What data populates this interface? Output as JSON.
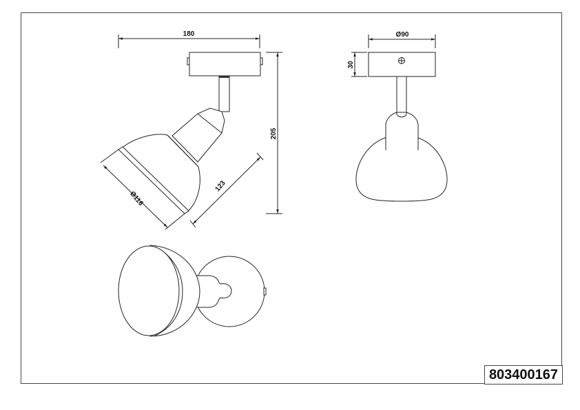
{
  "dimensions": {
    "width": "180",
    "height": "205",
    "shade_diameter": "Ø116",
    "shade_length": "123",
    "canopy_diameter": "Ø90",
    "canopy_height": "30"
  },
  "article_number": "803400167"
}
